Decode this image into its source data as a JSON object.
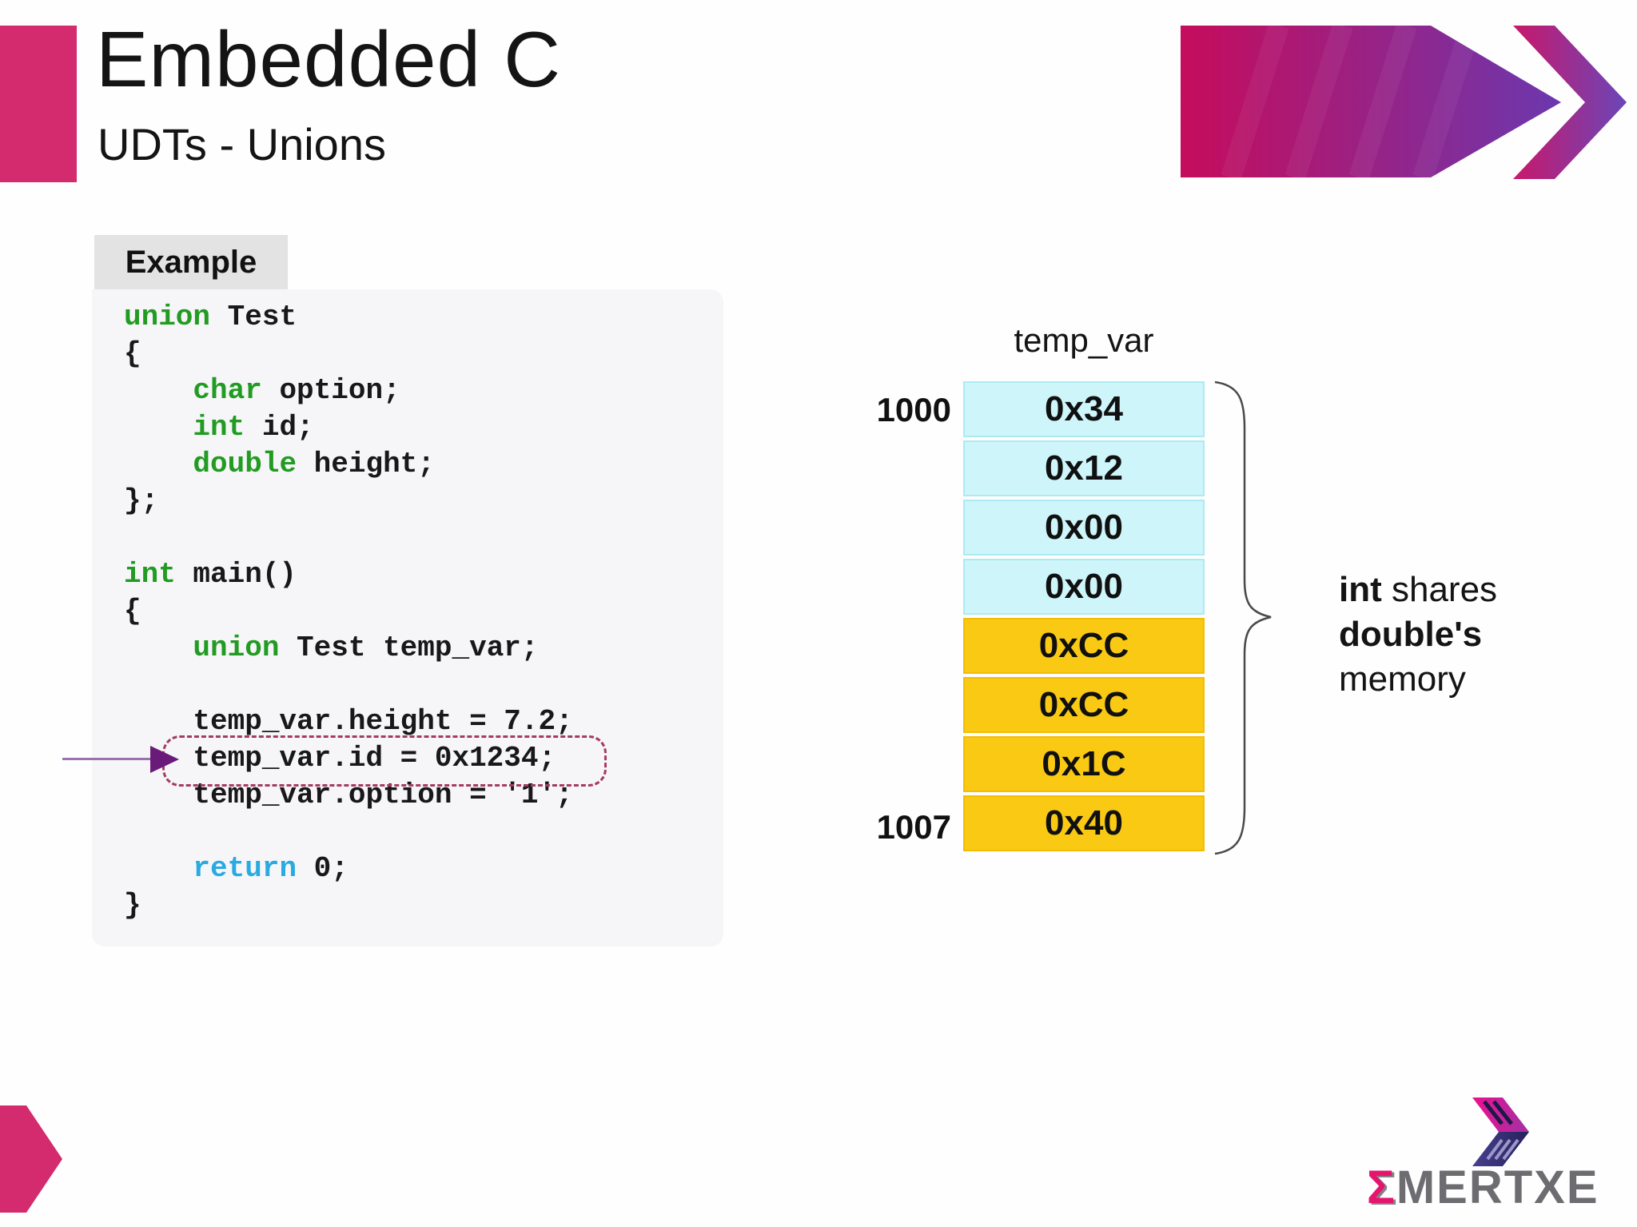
{
  "header": {
    "title": "Embedded C",
    "subtitle": "UDTs - Unions"
  },
  "example": {
    "label": "Example"
  },
  "code": {
    "lines": [
      [
        {
          "t": "union",
          "c": "kw"
        },
        {
          "t": " Test"
        }
      ],
      [
        {
          "t": "{"
        }
      ],
      [
        {
          "t": "    "
        },
        {
          "t": "char",
          "c": "kw"
        },
        {
          "t": " option;"
        }
      ],
      [
        {
          "t": "    "
        },
        {
          "t": "int",
          "c": "kw"
        },
        {
          "t": " id;"
        }
      ],
      [
        {
          "t": "    "
        },
        {
          "t": "double",
          "c": "kw"
        },
        {
          "t": " height;"
        }
      ],
      [
        {
          "t": "};"
        }
      ],
      [],
      [
        {
          "t": "int",
          "c": "kw"
        },
        {
          "t": " main()"
        }
      ],
      [
        {
          "t": "{"
        }
      ],
      [
        {
          "t": "    "
        },
        {
          "t": "union",
          "c": "kw"
        },
        {
          "t": " Test temp_var;"
        }
      ],
      [],
      [
        {
          "t": "    temp_var.height = 7.2;"
        }
      ],
      [
        {
          "t": "    temp_var.id = 0x1234;",
          "hl": true
        }
      ],
      [
        {
          "t": "    temp_var.option = '1';"
        }
      ],
      [],
      [
        {
          "t": "    "
        },
        {
          "t": "return",
          "c": "ret"
        },
        {
          "t": " 0;"
        }
      ],
      [
        {
          "t": "}"
        }
      ]
    ],
    "highlighted_line": "temp_var.id = 0x1234;",
    "keyword_color": "#229b22",
    "return_color": "#29abe2"
  },
  "memory": {
    "var_label": "temp_var",
    "addr_start": "1000",
    "addr_end": "1007",
    "cells": [
      {
        "value": "0x34",
        "kind": "int"
      },
      {
        "value": "0x12",
        "kind": "int"
      },
      {
        "value": "0x00",
        "kind": "int"
      },
      {
        "value": "0x00",
        "kind": "int"
      },
      {
        "value": "0xCC",
        "kind": "double"
      },
      {
        "value": "0xCC",
        "kind": "double"
      },
      {
        "value": "0x1C",
        "kind": "double"
      },
      {
        "value": "0x40",
        "kind": "double"
      }
    ],
    "int_cell_color": "#cdf5fa",
    "double_cell_color": "#f9c913",
    "annotation": {
      "line1_bold": "int",
      "line1_rest": " shares",
      "line2_bold": "double's",
      "line3": "memory"
    }
  },
  "branding": {
    "logo_sigma": "Σ",
    "logo_rest": "MERTXE",
    "accent_pink": "#d42a6e",
    "gradient_start": "#c60c5c",
    "gradient_end": "#6b38ae"
  }
}
